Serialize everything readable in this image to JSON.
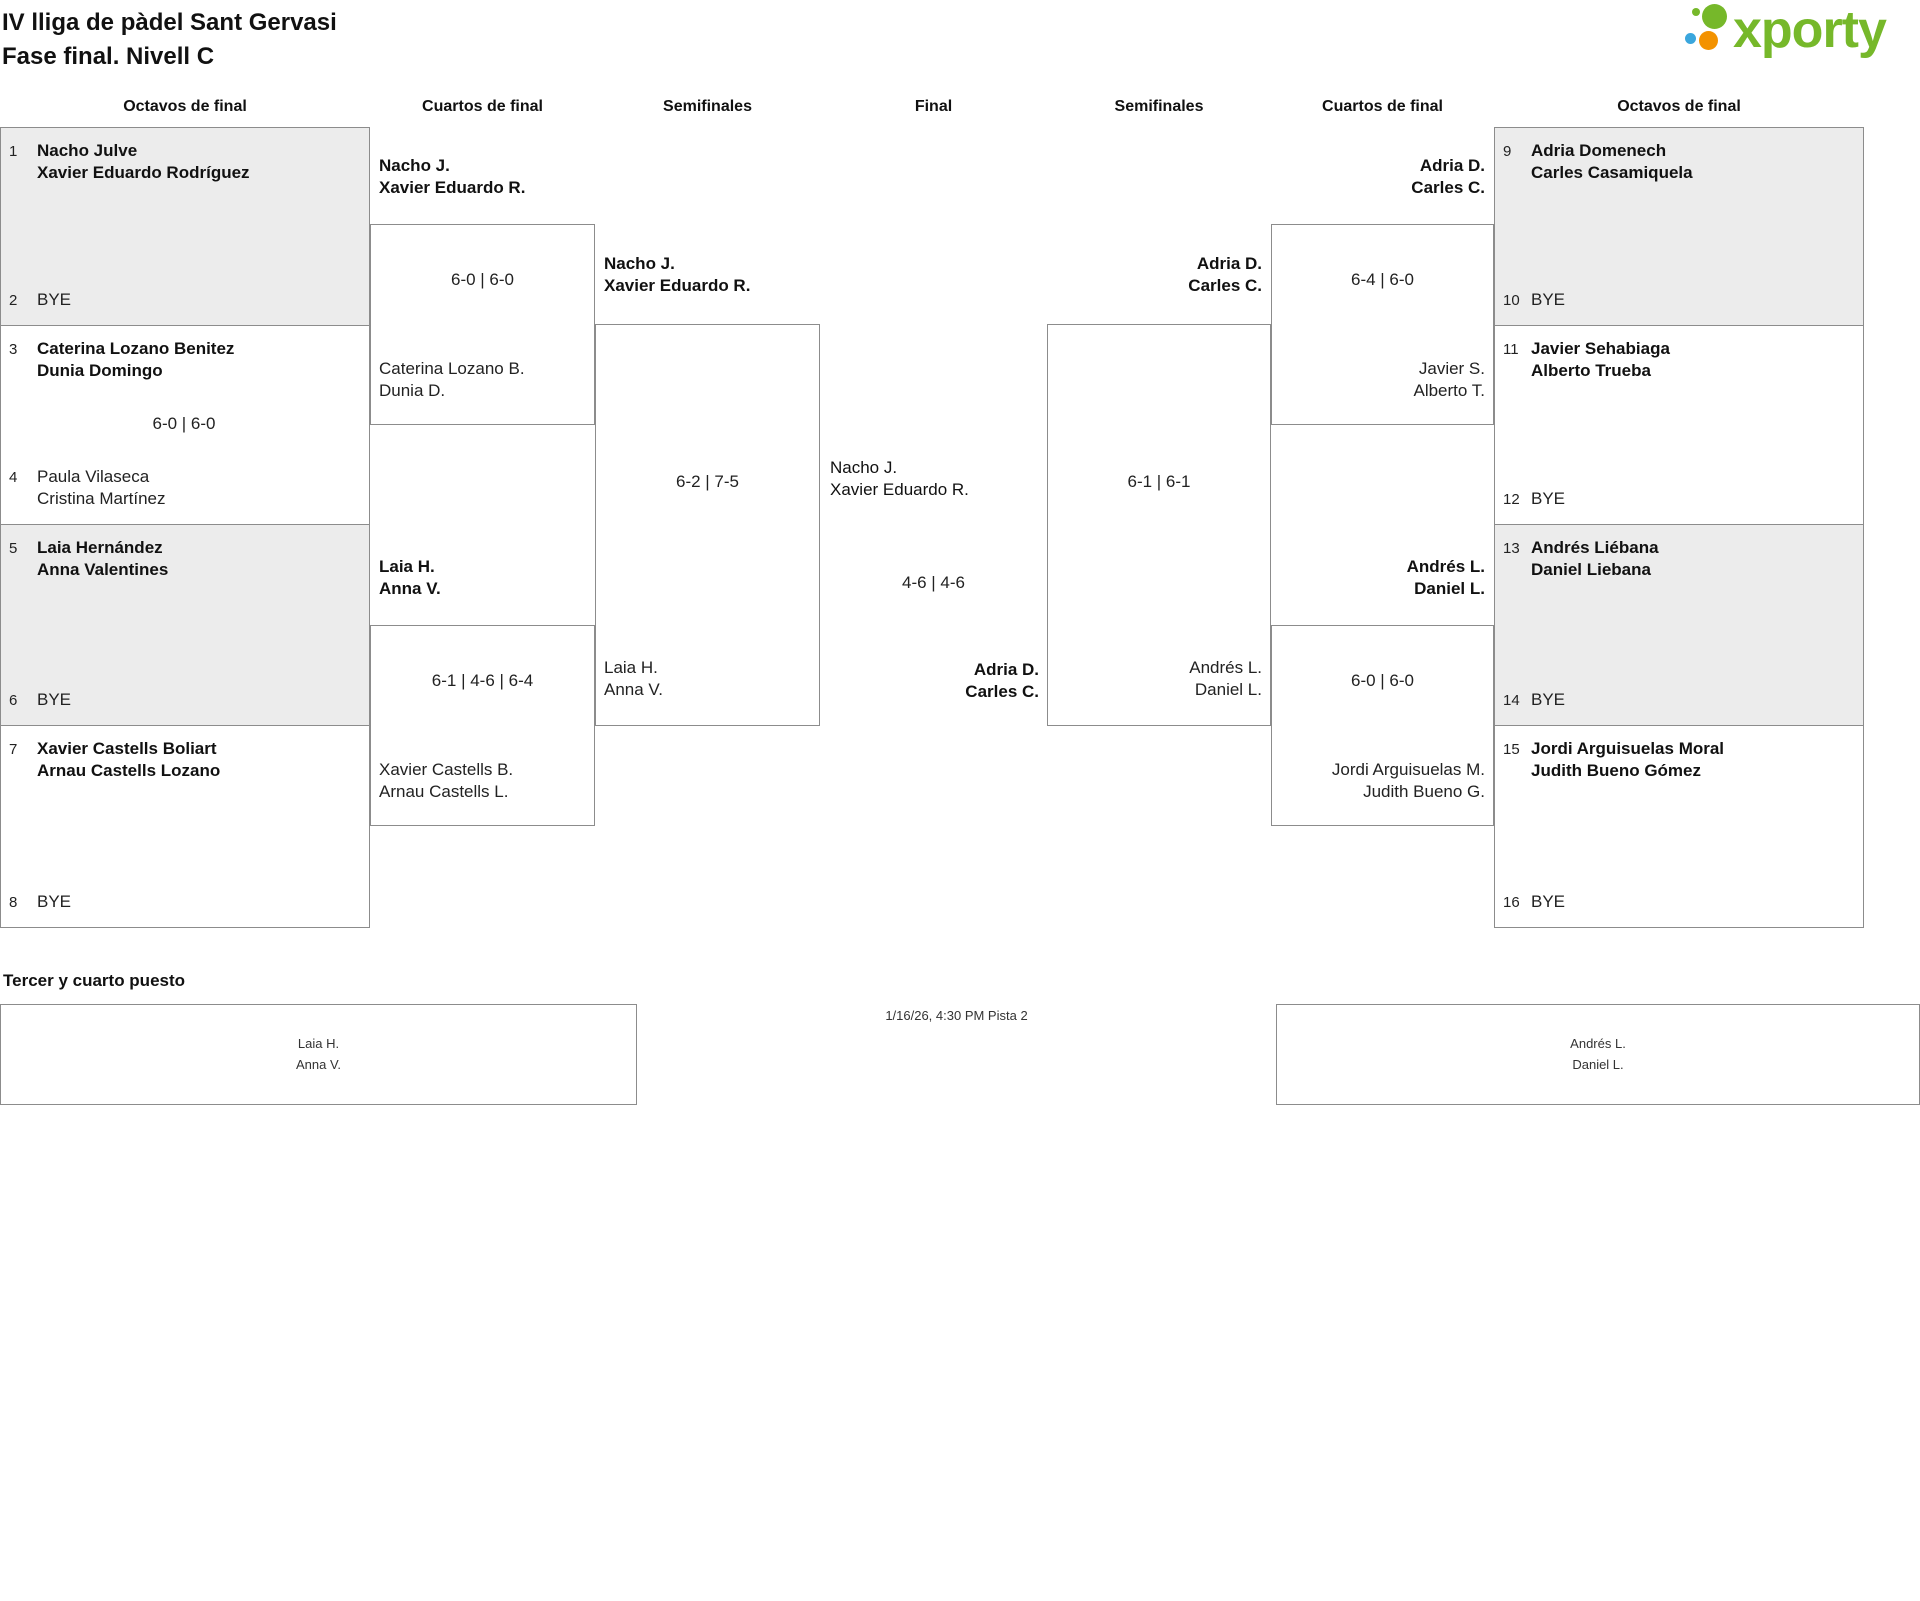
{
  "header": {
    "title": "IV lliga de pàdel Sant Gervasi",
    "subtitle": "Fase final. Nivell C",
    "logo_text": "xporty"
  },
  "round_headers": {
    "left_octavos": "Octavos de final",
    "left_cuartos": "Cuartos de final",
    "left_semis": "Semifinales",
    "final": "Final",
    "right_semis": "Semifinales",
    "right_cuartos": "Cuartos de final",
    "right_octavos": "Octavos de final"
  },
  "octavos_left": [
    {
      "seed_a": "1",
      "team_a": "Nacho Julve\nXavier Eduardo Rodríguez",
      "score": "",
      "seed_b": "2",
      "team_b": "BYE"
    },
    {
      "seed_a": "3",
      "team_a": "Caterina Lozano Benitez\nDunia Domingo",
      "score": "6-0 | 6-0",
      "seed_b": "4",
      "team_b": "Paula Vilaseca\nCristina Martínez"
    },
    {
      "seed_a": "5",
      "team_a": "Laia Hernández\nAnna Valentines",
      "score": "",
      "seed_b": "6",
      "team_b": "BYE"
    },
    {
      "seed_a": "7",
      "team_a": "Xavier Castells Boliart\nArnau Castells Lozano",
      "score": "",
      "seed_b": "8",
      "team_b": "BYE"
    }
  ],
  "octavos_right": [
    {
      "seed_a": "9",
      "team_a": "Adria Domenech\nCarles Casamiquela",
      "score": "",
      "seed_b": "10",
      "team_b": "BYE"
    },
    {
      "seed_a": "11",
      "team_a": "Javier Sehabiaga\nAlberto Trueba",
      "score": "",
      "seed_b": "12",
      "team_b": "BYE"
    },
    {
      "seed_a": "13",
      "team_a": "Andrés Liébana\nDaniel Liebana",
      "score": "",
      "seed_b": "14",
      "team_b": "BYE"
    },
    {
      "seed_a": "15",
      "team_a": "Jordi Arguisuelas Moral\nJudith Bueno Gómez",
      "score": "",
      "seed_b": "16",
      "team_b": "BYE"
    }
  ],
  "cuartos_left": [
    {
      "team_a": "Nacho J.\nXavier Eduardo R.",
      "score": "6-0 | 6-0",
      "team_b": "Caterina Lozano B.\nDunia D."
    },
    {
      "team_a": "Laia H.\nAnna V.",
      "score": "6-1 | 4-6 | 6-4",
      "team_b": "Xavier Castells B.\nArnau Castells L."
    }
  ],
  "cuartos_right": [
    {
      "team_a": "Adria D.\nCarles C.",
      "score": "6-4 | 6-0",
      "team_b": "Javier S.\nAlberto T."
    },
    {
      "team_a": "Andrés L.\nDaniel L.",
      "score": "6-0 | 6-0",
      "team_b": "Jordi Arguisuelas M.\nJudith Bueno G."
    }
  ],
  "semis_left": {
    "team_a": "Nacho J.\nXavier Eduardo R.",
    "score": "6-2 | 7-5",
    "team_b": "Laia H.\nAnna V."
  },
  "semis_right": {
    "team_a": "Adria D.\nCarles C.",
    "score": "6-1 | 6-1",
    "team_b": "Andrés L.\nDaniel L."
  },
  "final": {
    "team_left": "Nacho J.\nXavier Eduardo R.",
    "score": "4-6 | 4-6",
    "team_right": "Adria D.\nCarles C."
  },
  "third_place": {
    "heading": "Tercer y cuarto puesto",
    "team_left": "Laia H.\nAnna V.",
    "team_right": "Andrés L.\nDaniel L.",
    "schedule": "1/16/26, 4:30 PM Pista 2"
  },
  "colors": {
    "brand_green": "#76b82a",
    "brand_orange": "#f39200",
    "brand_blue": "#3aa6dd",
    "shaded_box": "#ececec",
    "border": "#8c8c8c"
  }
}
